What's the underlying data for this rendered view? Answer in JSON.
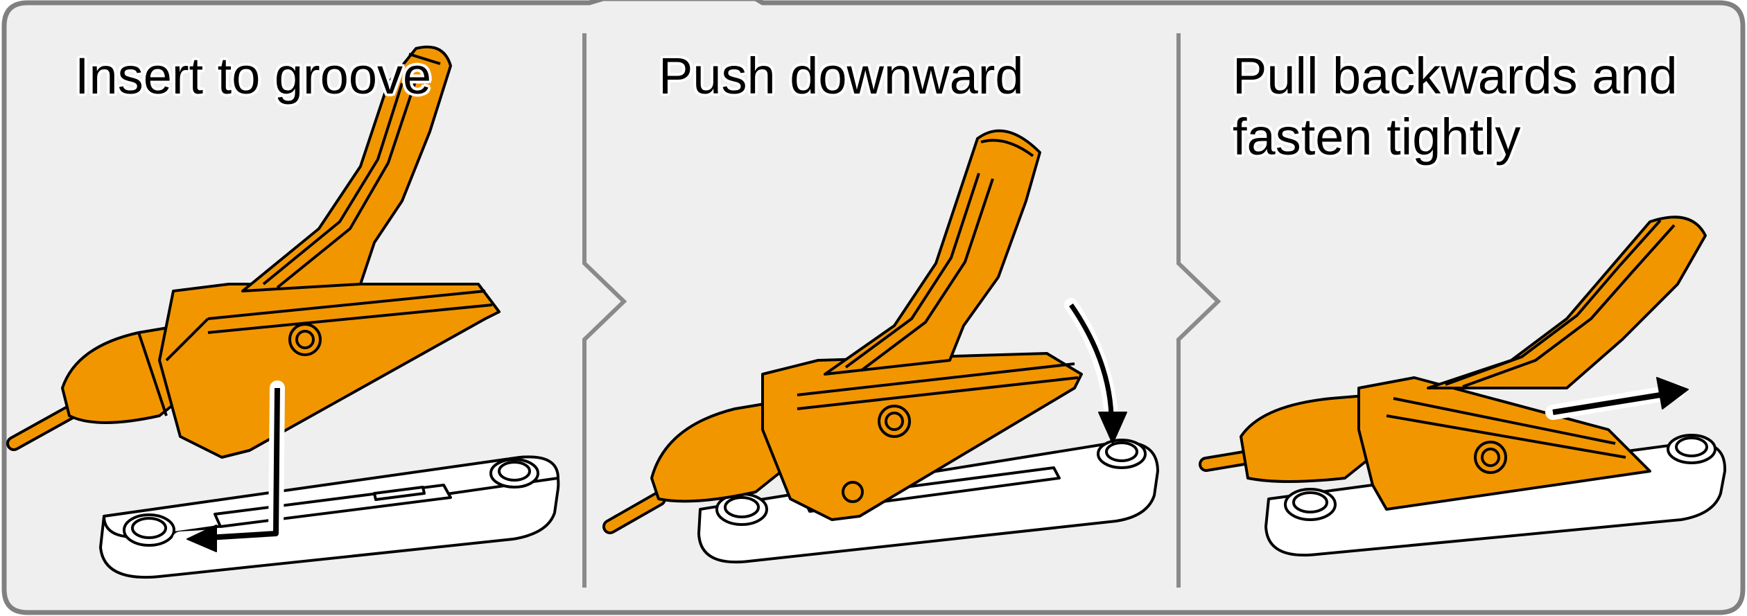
{
  "steps": [
    {
      "label": "Insert to groove"
    },
    {
      "label": "Push downward"
    },
    {
      "label": "Pull backwards and",
      "label_line2": "fasten tightly"
    }
  ],
  "colors": {
    "panel_fill": "#efefef",
    "panel_border": "#808080",
    "part_orange": "#f29600",
    "outline": "#000000",
    "base_white": "#ffffff"
  }
}
